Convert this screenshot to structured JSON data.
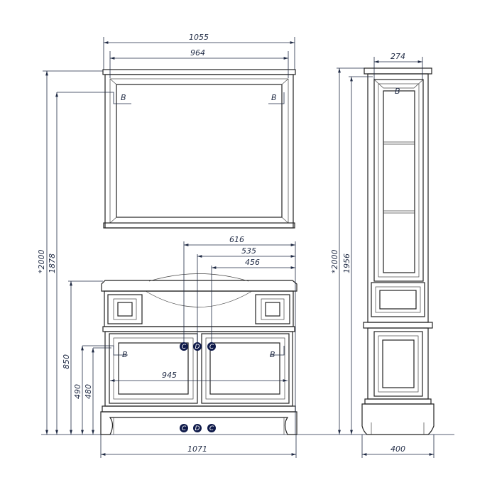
{
  "mirror": {
    "width_outer": "1055",
    "width_inner": "964",
    "fixing_left": "B",
    "fixing_right": "B"
  },
  "vanity": {
    "height_total": "*2000",
    "height_mirror_fixing": "1878",
    "height_top": "850",
    "height_fixing_1": "490",
    "height_fixing_2": "480",
    "offset_1": "616",
    "offset_2": "535",
    "offset_3": "456",
    "fixing_span": "945",
    "width": "1071",
    "fixing_left": "B",
    "fixing_right": "B",
    "markers_upper": [
      "C",
      "D",
      "C"
    ],
    "markers_lower": [
      "C",
      "D",
      "C"
    ]
  },
  "tower": {
    "width_fixing": "274",
    "height_total": "*2000",
    "height_fixing": "1956",
    "width": "400",
    "fixing": "B"
  },
  "colors": {
    "marker": "#0f1a4a",
    "dimension": "#1f2a44"
  }
}
